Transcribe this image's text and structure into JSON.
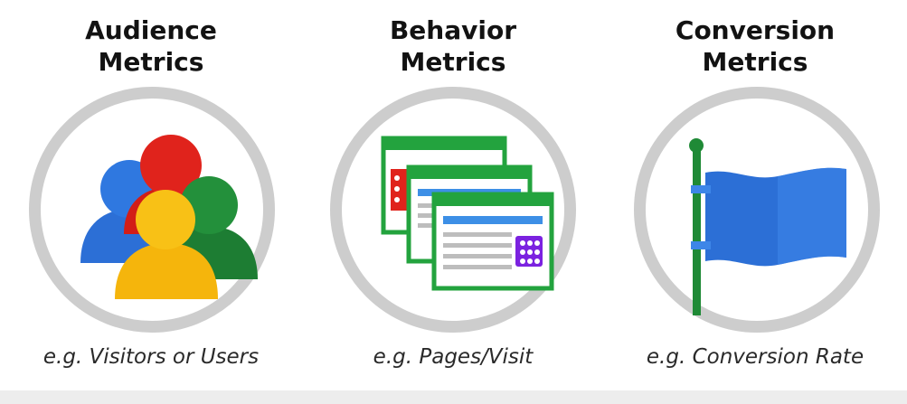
{
  "columns": [
    {
      "title_line1": "Audience",
      "title_line2": "Metrics",
      "caption": "e.g. Visitors or Users",
      "icon": "people-group-icon"
    },
    {
      "title_line1": "Behavior",
      "title_line2": "Metrics",
      "caption": "e.g. Pages/Visit",
      "icon": "browser-pages-icon"
    },
    {
      "title_line1": "Conversion",
      "title_line2": "Metrics",
      "caption": "e.g. Conversion Rate",
      "icon": "flag-icon"
    }
  ],
  "colors": {
    "ring": "#cdcdcd",
    "blue": "#2c6fd6",
    "red": "#e0231c",
    "green": "#1f8a36",
    "yellow": "#f5b50c",
    "window_green": "#23a33e",
    "window_blue": "#3d8fe6",
    "purple": "#7b22e0"
  }
}
